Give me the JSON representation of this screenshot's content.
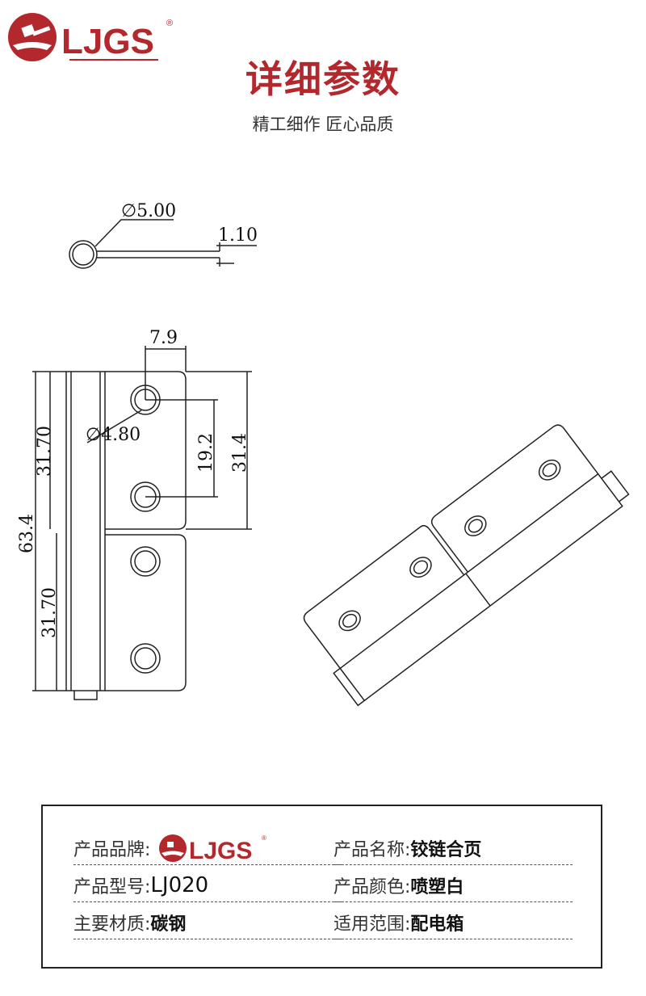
{
  "brand": {
    "logo_text": "LJGS",
    "registered": "®",
    "color": "#b3282d"
  },
  "header": {
    "title": "详细参数",
    "subtitle": "精工细作 匠心品质"
  },
  "drawing": {
    "top_view": {
      "diameter": "∅5.00",
      "thickness": "1.10"
    },
    "front_view": {
      "hole_offset": "7.9",
      "hole_diameter": "∅4.80",
      "hole_spacing": "19.2",
      "leaf_height": "31.4",
      "upper_leaf": "31.70",
      "total_height": "63.4",
      "lower_leaf": "31.70"
    }
  },
  "specs": {
    "brand_label": "产品品牌:",
    "name_label": "产品名称:",
    "name_value": "铰链合页",
    "model_label": "产品型号:",
    "model_value": "LJ020",
    "color_label": "产品颜色:",
    "color_value": "喷塑白",
    "material_label": "主要材质:",
    "material_value": "碳钢",
    "usage_label": "适用范围:",
    "usage_value": "配电箱"
  }
}
